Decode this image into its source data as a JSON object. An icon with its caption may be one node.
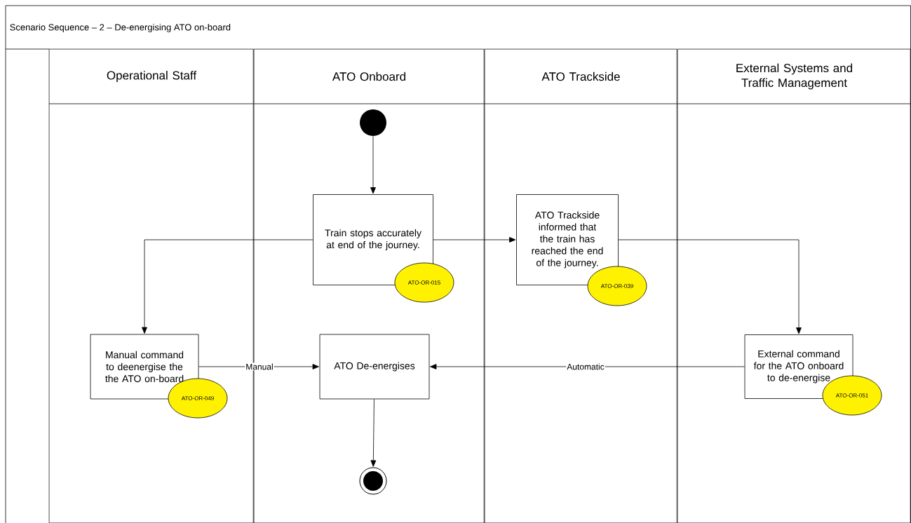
{
  "diagram": {
    "title": "Scenario Sequence – 2 – De-energising ATO on-board",
    "nodes": [
      {
        "text": [
          "Operational Staff"
        ]
      },
      {
        "text": [
          "ATO Onboard"
        ]
      },
      {
        "text": [
          "ATO Trackside"
        ]
      },
      {
        "text": [
          "External Systems and Traffic Management"
        ]
      },
      {
        "text": [],
        "shape": "circle",
        "in": 1
      },
      {
        "text": [
          "Train stops accurately at end of the journey."
        ],
        "in": 1
      },
      {
        "text": [
          "ATO-OR-015"
        ],
        "in": 1
      },
      {
        "text": [
          "ATO Trackside informed that the train has reached the end of the journey."
        ],
        "in": 2
      },
      {
        "text": [
          "ATO-OR-039"
        ],
        "in": 2
      },
      {
        "text": [
          "Manual command to deenergise the the ATO on-board"
        ],
        "in": 0
      },
      {
        "text": [
          "ATO-OR-049"
        ],
        "in": 0
      },
      {
        "text": [
          "ATO De-energises"
        ],
        "in": 1
      },
      {
        "text": [
          "External command for the ATO onboard to de-energise"
        ],
        "in": 3
      },
      {
        "text": [
          "ATO-OR-051"
        ],
        "in": 3
      },
      {
        "text": [],
        "shape": "circle",
        "in": 1
      }
    ],
    "edges": [
      {
        "from": 4,
        "to": 5,
        "arrow": "to"
      },
      {
        "from": 5,
        "to": 7,
        "arrow": "to"
      },
      {
        "from": 5,
        "to": 9,
        "arrow": "to"
      },
      {
        "from": 7,
        "to": 12,
        "arrow": "to"
      },
      {
        "from": 9,
        "to": 11,
        "arrow": "to",
        "label": "Manual"
      },
      {
        "from": 12,
        "to": 11,
        "arrow": "to",
        "label": "Automatic"
      },
      {
        "from": 11,
        "to": 14,
        "arrow": "to"
      }
    ]
  }
}
